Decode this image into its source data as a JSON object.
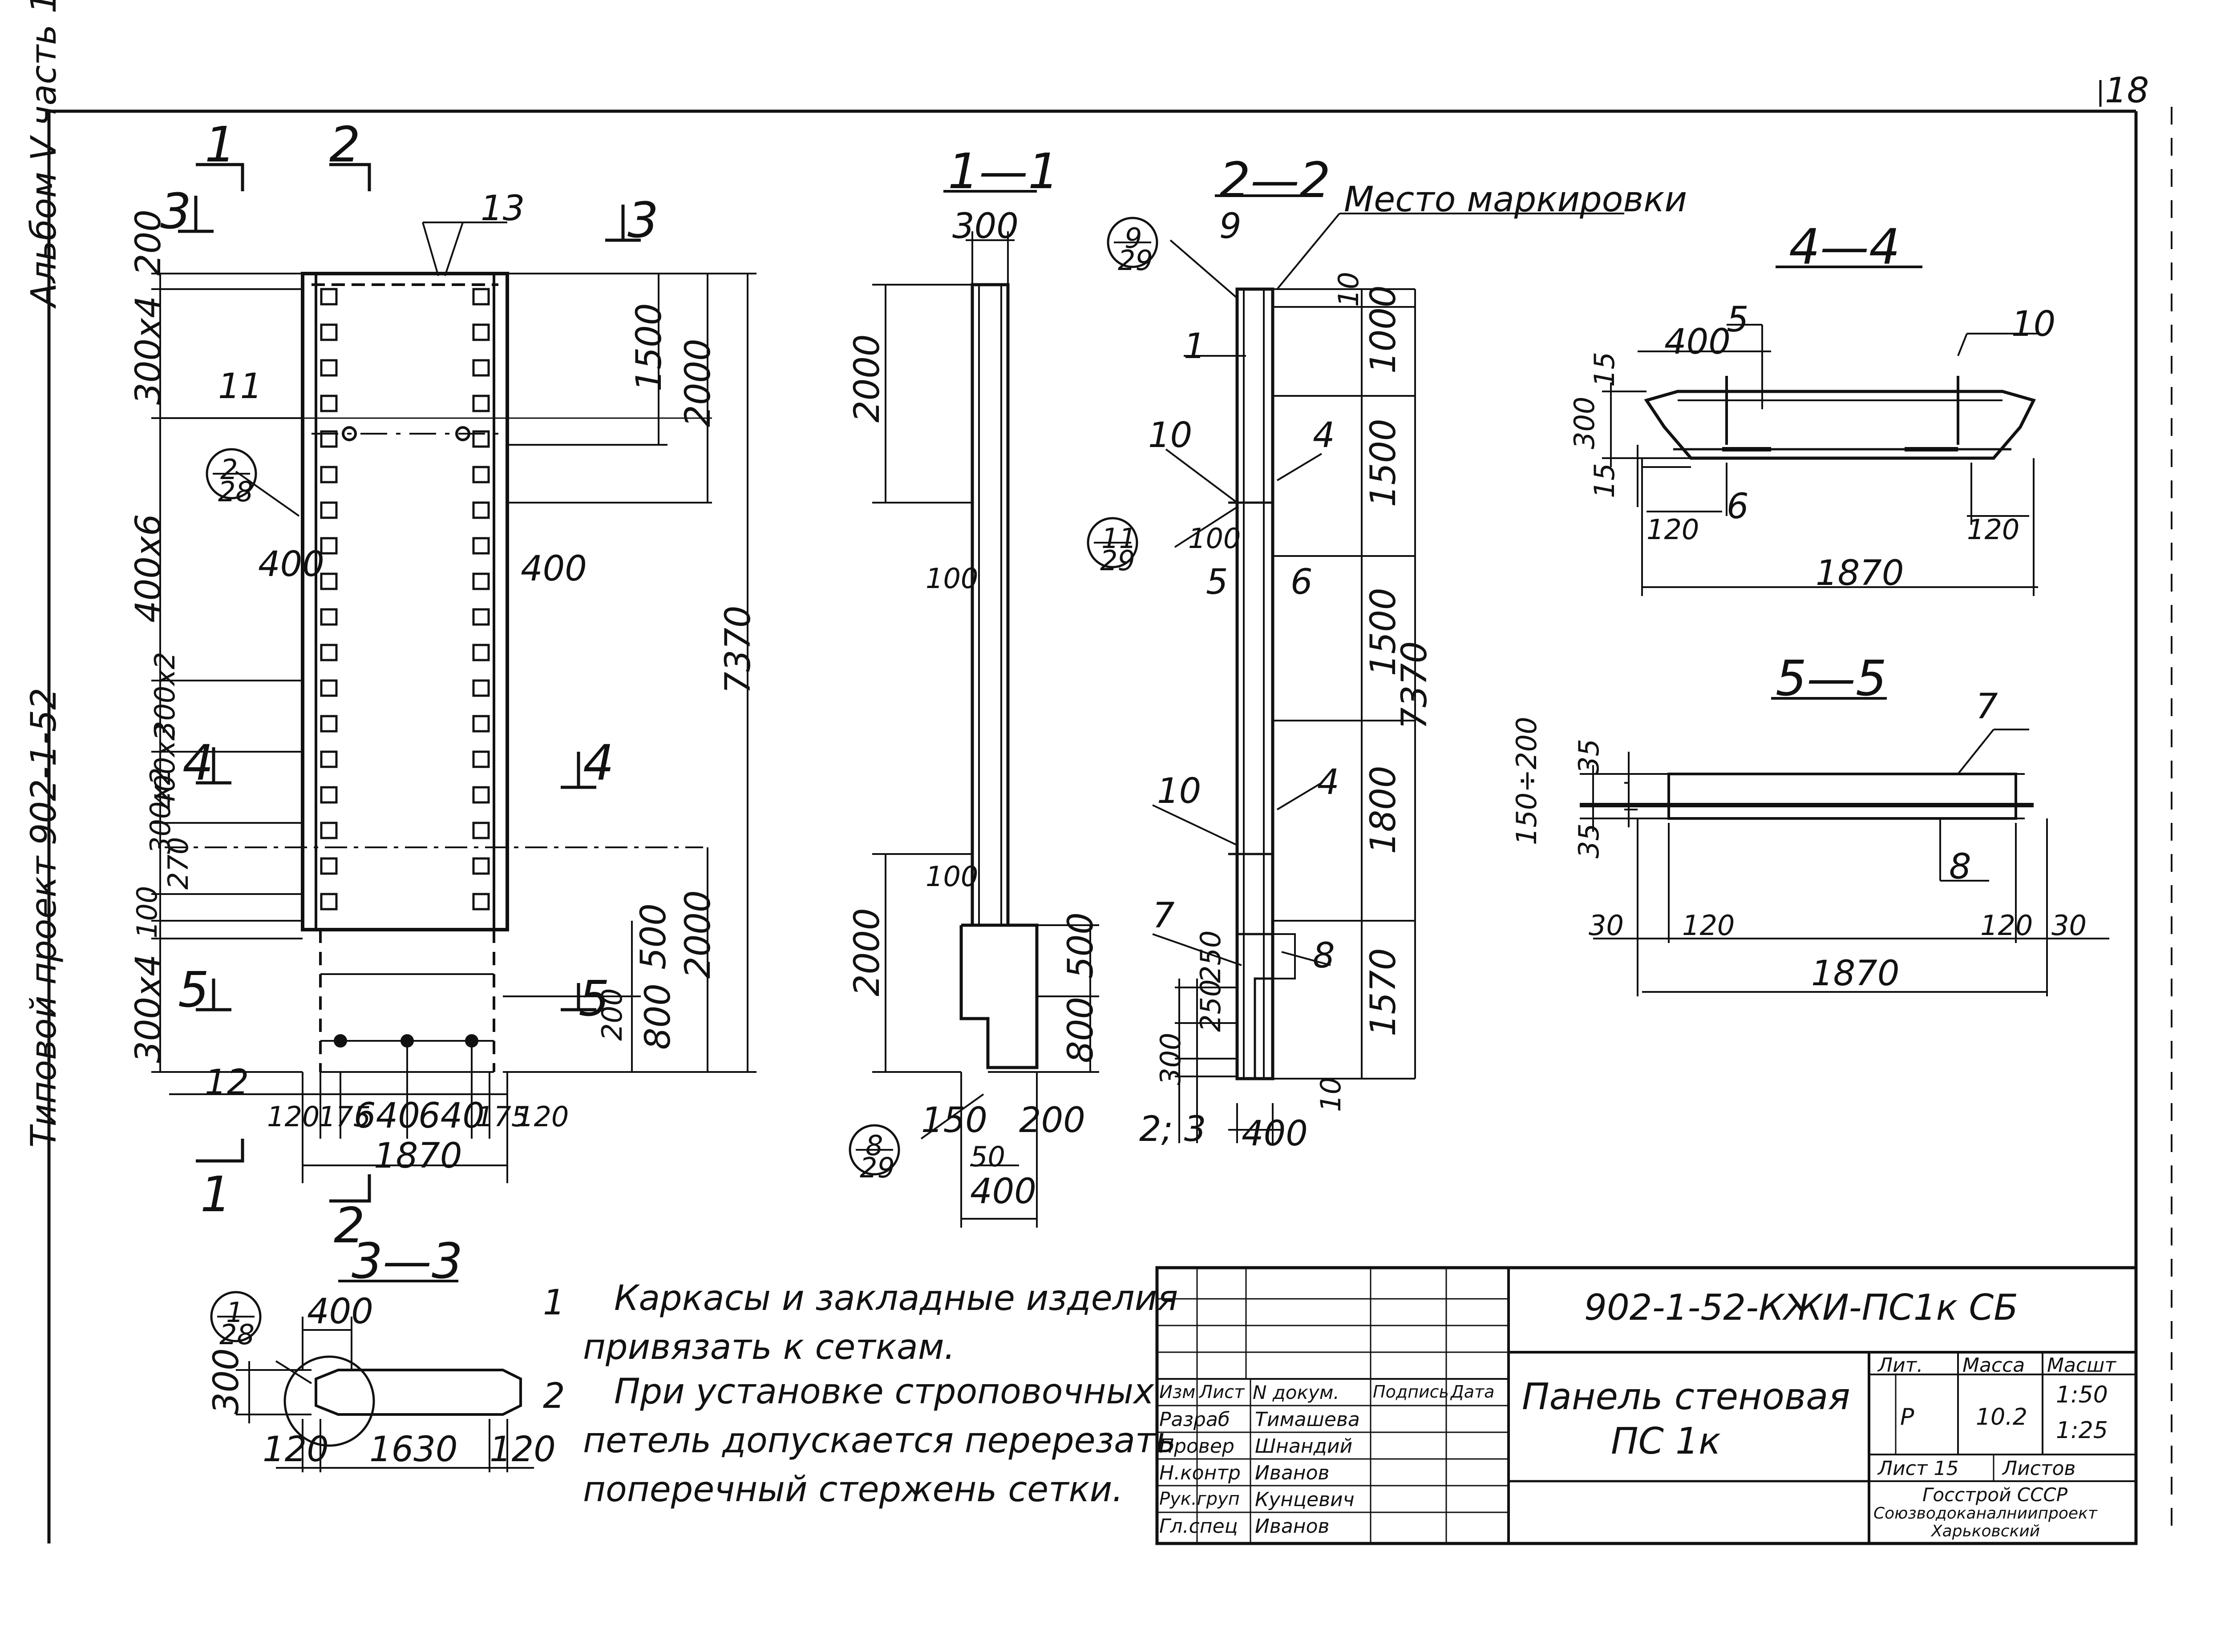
{
  "sheet": {
    "page_no": "18",
    "album": "Альбом V часть 1",
    "project": "Типовой проект 902-1-52"
  },
  "views": {
    "elev": {
      "cut1": "1",
      "cut2": "2",
      "cut3": "3",
      "cut4": "4",
      "cut5": "5",
      "pos13": "13",
      "pos11": "11",
      "dims_left": [
        "200",
        "300x4",
        "400x6",
        "300x2",
        "400x2",
        "300x2",
        "270",
        "100",
        "300x4"
      ],
      "dim_1500": "1500",
      "dim_2000a": "2000",
      "dim_7370": "7370",
      "dim_500": "500",
      "dim_800": "800",
      "dim_2000b": "2000",
      "dim_200": "200",
      "dim_400l": "400",
      "dim_400r": "400",
      "dim_12": "12",
      "dims_bottom": [
        "120",
        "175",
        "640",
        "640",
        "175",
        "120"
      ],
      "dim_1870": "1870",
      "ref": {
        "num": "2",
        "den": "28"
      }
    },
    "s11": {
      "title": "1—1",
      "d300": "300",
      "d2000a": "2000",
      "d100a": "100",
      "d100b": "100",
      "d2000b": "2000",
      "d500": "500",
      "d800": "800",
      "d150": "150",
      "d200": "200",
      "d50": "50",
      "d400": "400",
      "ref": {
        "num": "8",
        "den": "29"
      }
    },
    "s22": {
      "title": "2—2",
      "mark": "Место маркировки",
      "p9": "9",
      "p1": "1",
      "p10a": "10",
      "p4a": "4",
      "p5": "5",
      "p6": "6",
      "p10b": "10",
      "p4b": "4",
      "p7": "7",
      "p8": "8",
      "d10a": "10",
      "d1000": "1000",
      "d1500a": "1500",
      "d1500b": "1500",
      "d7370": "7370",
      "d1800": "1800",
      "d1570": "1570",
      "d10b": "10",
      "d100": "100",
      "d250a": "250",
      "d250b": "250",
      "d300": "300",
      "d23": "2; 3",
      "d400": "400",
      "ref1": {
        "num": "9",
        "den": "29"
      },
      "ref2": {
        "num": "11",
        "den": "29"
      }
    },
    "s44": {
      "title": "4—4",
      "p5": "5",
      "p10": "10",
      "d400": "400",
      "d15a": "15",
      "d300": "300",
      "d15b": "15",
      "d120a": "120",
      "p6": "6",
      "d120b": "120",
      "d1870": "1870"
    },
    "s55": {
      "title": "5—5",
      "p7": "7",
      "d150_200": "150÷200",
      "d35a": "35",
      "d35b": "35",
      "p8": "8",
      "d30a": "30",
      "d120a": "120",
      "d120b": "120",
      "d30b": "30",
      "d1870": "1870"
    },
    "s33": {
      "title": "3—3",
      "d400": "400",
      "d300": "300",
      "d120a": "120",
      "d1630": "1630",
      "d120b": "120",
      "ref": {
        "num": "1",
        "den": "28"
      }
    }
  },
  "notes": [
    {
      "no": "1",
      "line1": "Каркасы и закладные изделия",
      "line2": "привязать к сеткам."
    },
    {
      "no": "2",
      "line1": "При установке строповочных",
      "line2": "петель допускается перерезать",
      "line3": "поперечный стержень сетки."
    }
  ],
  "title_block": {
    "code": "902-1-52-КЖИ-ПС1к СБ",
    "name1": "Панель стеновая",
    "name2": "ПС 1к",
    "headers": {
      "izm": "Изм",
      "list": "Лист",
      "doc": "N докум.",
      "sign": "Подпись",
      "date": "Дата"
    },
    "roles": [
      {
        "role": "Разраб",
        "name": "Тимашева"
      },
      {
        "role": "Провер",
        "name": "Шнандий"
      },
      {
        "role": "Н.контр",
        "name": "Иванов"
      },
      {
        "role": "Рук.груп",
        "name": "Кунцевич"
      },
      {
        "role": "Гл.спец",
        "name": "Иванов"
      }
    ],
    "lit_label": "Лит.",
    "mass_label": "Масса",
    "scale_label": "Масшт",
    "lit": "Р",
    "mass": "10.2",
    "scale1": "1:50",
    "scale2": "1:25",
    "sheet_label": "Лист 15",
    "sheets_label": "Листов",
    "org1": "Госстрой СССР",
    "org2": "Союзводоканалниипроект",
    "org3": "Харьковский"
  }
}
